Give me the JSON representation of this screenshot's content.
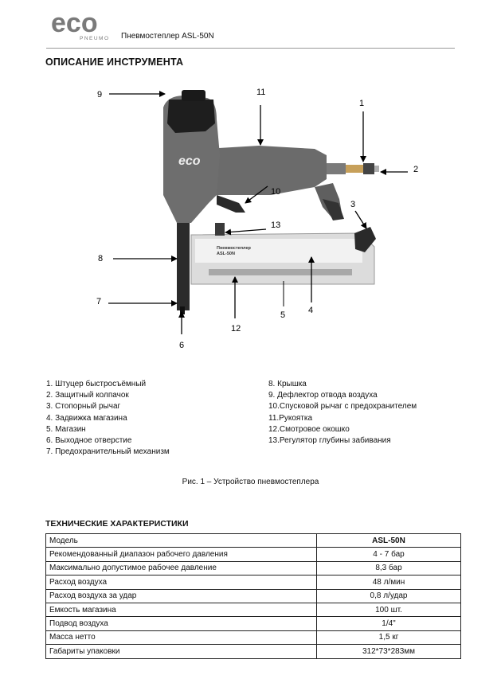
{
  "header": {
    "logo_text": "eco",
    "logo_subtext": "PNEUMO",
    "subtitle": "Пневмостеплер  ASL-50N"
  },
  "section_title": "ОПИСАНИЕ ИНСТРУМЕНТА",
  "figure": {
    "tool_logo": "eco",
    "magazine_label_line1": "Пневмостеплер",
    "magazine_label_line2": "ASL-50N",
    "callouts": [
      "1",
      "2",
      "3",
      "4",
      "5",
      "6",
      "7",
      "8",
      "9",
      "10",
      "11",
      "12",
      "13"
    ],
    "caption": "Рис. 1 – Устройство пневмостеплера"
  },
  "parts": {
    "left": [
      "1.  Штуцер быстросъёмный",
      "2.  Защитный колпачок",
      "3.  Стопорный рычаг",
      "4.  Задвижка магазина",
      "5.  Магазин",
      "6.  Выходное отверстие",
      "7.  Предохранительный механизм"
    ],
    "right": [
      "8.  Крышка",
      "9.  Дефлектор отвода воздуха",
      "10.Спусковой рычаг с предохранителем",
      "11.Рукоятка",
      "12.Смотровое окошко",
      "13.Регулятор глубины забивания"
    ]
  },
  "specs": {
    "title": "ТЕХНИЧЕСКИЕ ХАРАКТЕРИСТИКИ",
    "rows": [
      {
        "label": "Модель",
        "value": "ASL-50N"
      },
      {
        "label": "Рекомендованный диапазон рабочего давления",
        "value": "4 - 7 бар"
      },
      {
        "label": "Максимально допустимое рабочее давление",
        "value": "8,3 бар"
      },
      {
        "label": "Расход воздуха",
        "value": "48 л/мин"
      },
      {
        "label": "Расход воздуха за удар",
        "value": "0,8 л/удар"
      },
      {
        "label": "Емкость магазина",
        "value": "100 шт."
      },
      {
        "label": "Подвод воздуха",
        "value": "1/4\""
      },
      {
        "label": "Масса нетто",
        "value": "1,5 кг"
      },
      {
        "label": "Габариты упаковки",
        "value": "312*73*283мм"
      }
    ]
  }
}
